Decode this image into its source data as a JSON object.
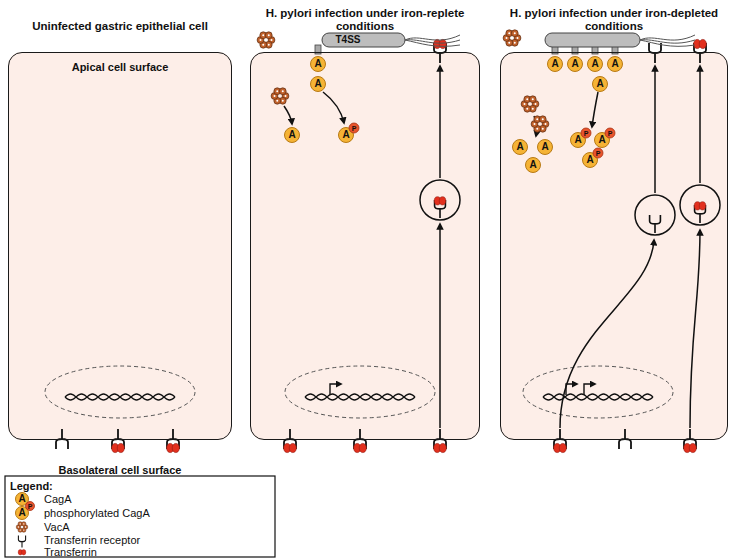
{
  "diagram": {
    "nodes": [
      {
        "text": [
          "Uninfected gastric epithelial cell"
        ]
      },
      {
        "text": [
          "H. pylori infection under iron-replete conditions"
        ]
      },
      {
        "text": [
          "H. pylori infection under iron-depleted conditions"
        ]
      }
    ],
    "labels": [
      "Apical cell surface",
      "Basolateral cell surface",
      "T4SS",
      "A",
      "A",
      "A",
      "A",
      "P",
      "A",
      "A",
      "A",
      "A",
      "A",
      "A",
      "A",
      "A",
      "A",
      "P",
      "A",
      "P",
      "A",
      "P",
      "Legend:",
      "A",
      "A",
      "P"
    ],
    "legend": [
      {
        "text": "CagA"
      },
      {
        "text": "phosphorylated CagA"
      },
      {
        "text": "VacA"
      },
      {
        "text": "Transferrin receptor"
      },
      {
        "text": "Transferrin"
      }
    ]
  }
}
